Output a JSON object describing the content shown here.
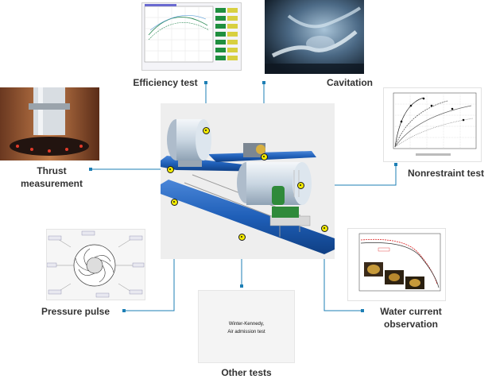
{
  "labels": {
    "efficiency": "Efficiency test",
    "cavitation": "Cavitation",
    "thrust_line1": "Thrust",
    "thrust_line2": "measurement",
    "nonrestraint": "Nonrestraint test",
    "pressure": "Pressure pulse",
    "other": "Other tests",
    "water_line1": "Water current",
    "water_line2": "observation"
  },
  "other_box": {
    "line1": "Winter-Kennedy,",
    "line2": "Air admission test"
  },
  "colors": {
    "connector": "#1d7fb5",
    "marker_fill": "#f2ea00",
    "pipe": "#1f5fb8",
    "tank": "#c9d6e2"
  }
}
